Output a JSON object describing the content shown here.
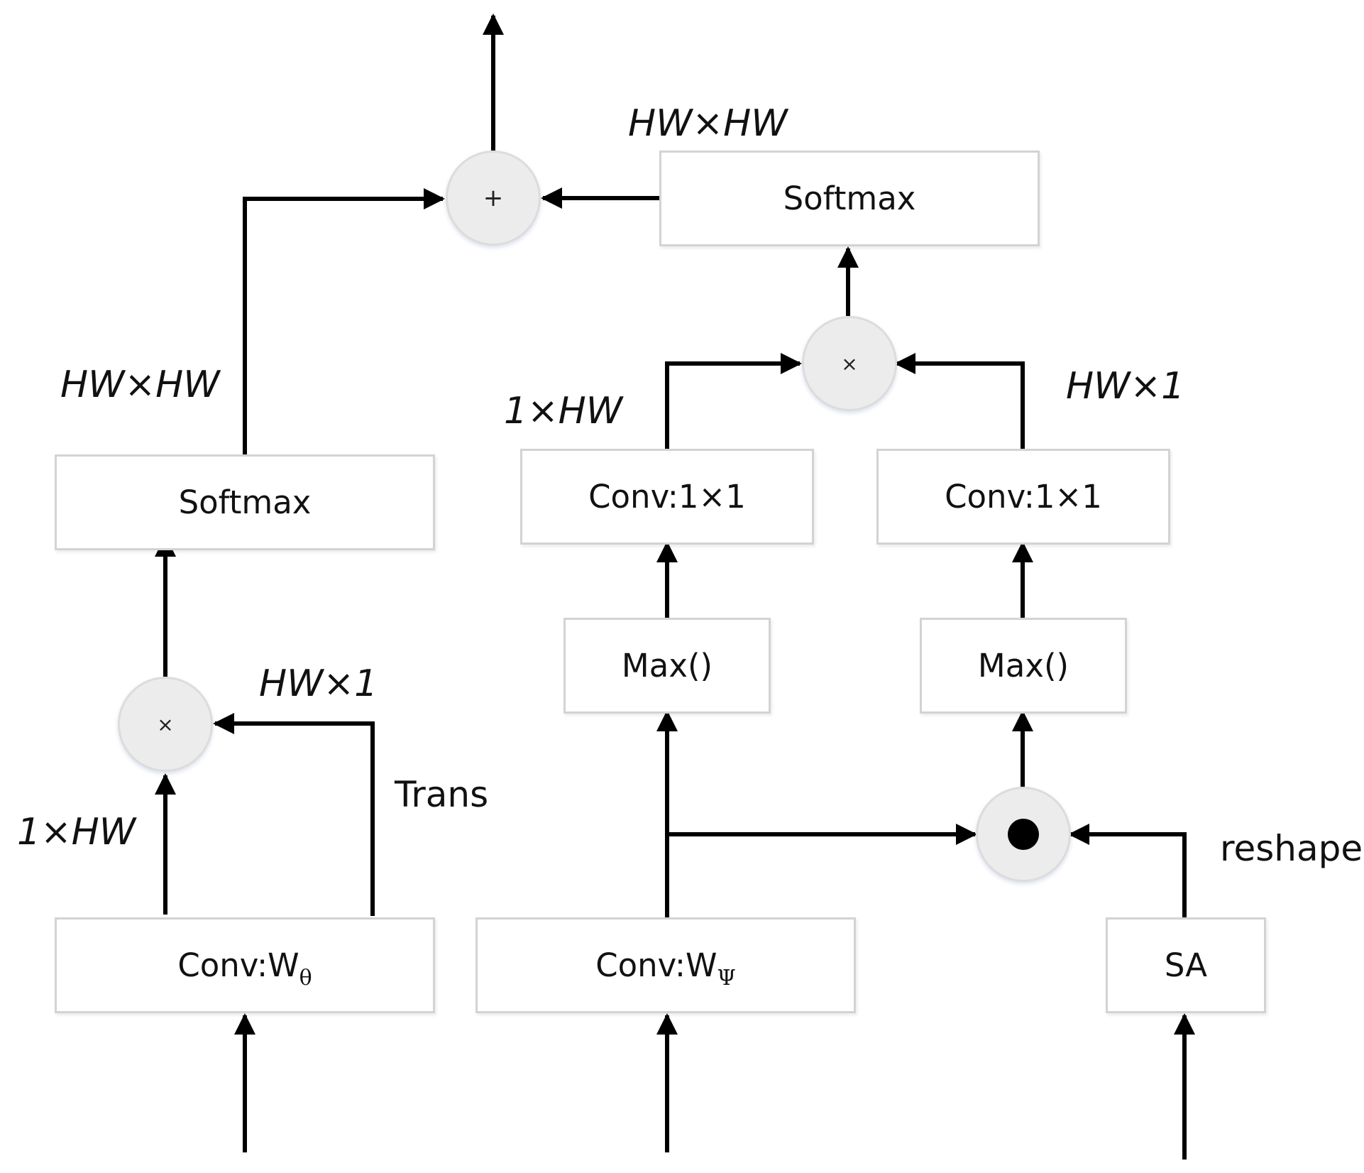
{
  "nodes": {
    "softmax_left": "Softmax",
    "softmax_top": "Softmax",
    "conv_1x1_left": "Conv:1×1",
    "conv_1x1_right": "Conv:1×1",
    "max_left": "Max()",
    "max_right": "Max()",
    "conv_w_theta": {
      "prefix": "Conv:W",
      "subscript": "θ"
    },
    "conv_w_psi": {
      "prefix": "Conv:W",
      "subscript": "Ψ"
    },
    "sa": "SA"
  },
  "operators": {
    "add": "+",
    "multiply_left": "×",
    "multiply_right": "×",
    "elementwise": "dot"
  },
  "labels": {
    "hw_x_hw_top": "HW×HW",
    "hw_x_hw_left": "HW×HW",
    "one_x_hw_mid": "1×HW",
    "hw_x_1_mid": "HW×1",
    "hw_x_1_left": "HW×1",
    "one_x_hw_left": "1×HW",
    "trans": "Trans",
    "reshape": "reshape"
  }
}
